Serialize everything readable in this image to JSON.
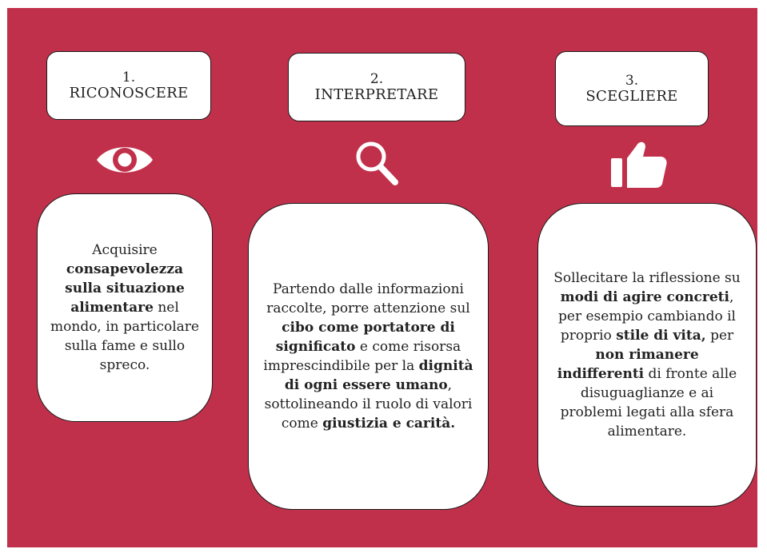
{
  "colors": {
    "background": "#c1304a",
    "box": "#ffffff",
    "border": "#1a1a1a",
    "icon": "#ffffff"
  },
  "steps": [
    {
      "number": "1.",
      "name": "RICONOSCERE",
      "icon": "eye-icon"
    },
    {
      "number": "2.",
      "name": "INTERPRETARE",
      "icon": "magnifier-icon"
    },
    {
      "number": "3.",
      "name": "SCEGLIERE",
      "icon": "thumbs-up-icon"
    }
  ],
  "cards": [
    {
      "t1": "Acquisire",
      "b1": "consapevolezza sulla situazione alimentare",
      "t2": "nel mondo, in particolare sulla fame e sullo spreco."
    },
    {
      "t1": "Partendo dalle informazioni raccolte, porre attenzione sul",
      "b1": "cibo come portatore di significato",
      "t2": "e come risorsa imprescindibile per la",
      "b2": "dignità di ogni essere umano",
      "t3": ", sottolineando il ruolo di valori come",
      "b3": "giustizia e carità."
    },
    {
      "t1": "Sollecitare la riflessione su",
      "b1": "modi di agire concreti",
      "t2": ", per esempio cambiando il proprio",
      "b2": "stile di vita,",
      "t3": "per",
      "b3": "non rimanere indifferenti",
      "t4": "di fronte alle disuguaglianze e ai problemi legati alla sfera alimentare."
    }
  ]
}
